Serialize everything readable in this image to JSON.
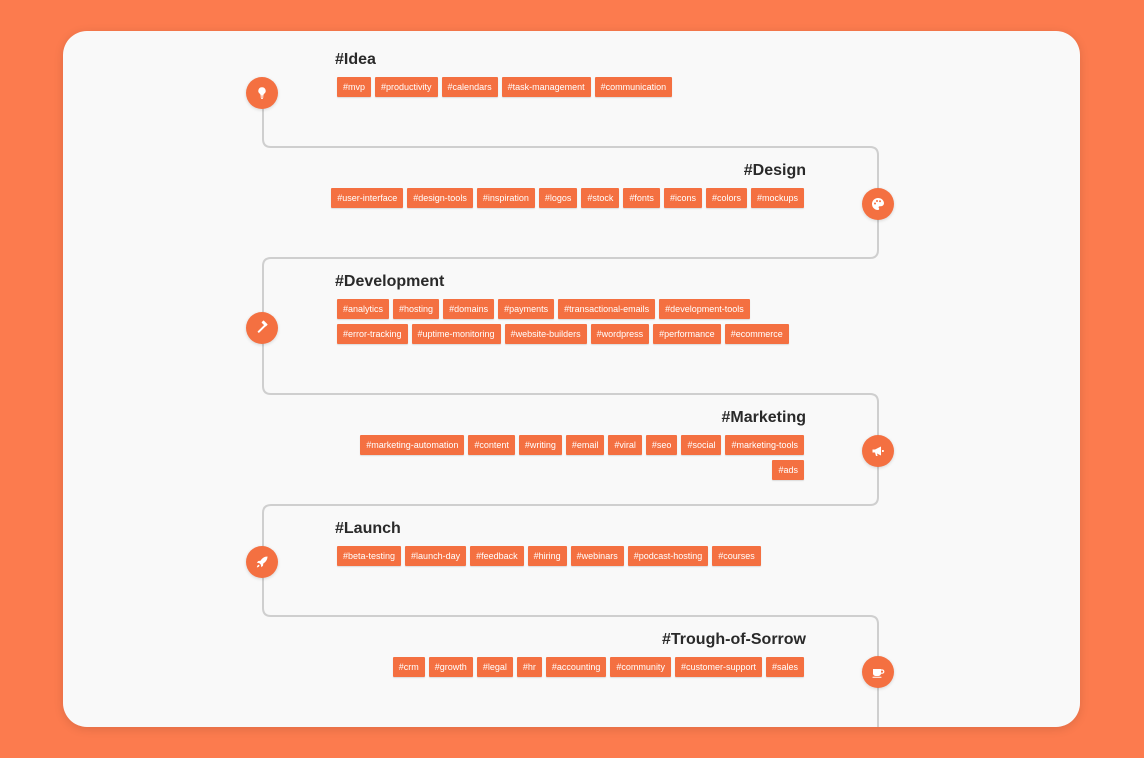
{
  "sections": [
    {
      "title": "#Idea",
      "side": "left",
      "icon": "lightbulb-icon",
      "tags": [
        "#mvp",
        "#productivity",
        "#calendars",
        "#task-management",
        "#communication"
      ]
    },
    {
      "title": "#Design",
      "side": "right",
      "icon": "palette-icon",
      "tags": [
        "#user-interface",
        "#design-tools",
        "#inspiration",
        "#logos",
        "#stock",
        "#fonts",
        "#icons",
        "#colors",
        "#mockups"
      ]
    },
    {
      "title": "#Development",
      "side": "left",
      "icon": "hammer-icon",
      "tags": [
        "#analytics",
        "#hosting",
        "#domains",
        "#payments",
        "#transactional-emails",
        "#development-tools",
        "#error-tracking",
        "#uptime-monitoring",
        "#website-builders",
        "#wordpress",
        "#performance",
        "#ecommerce"
      ]
    },
    {
      "title": "#Marketing",
      "side": "right",
      "icon": "megaphone-icon",
      "tags": [
        "#marketing-automation",
        "#content",
        "#writing",
        "#email",
        "#viral",
        "#seo",
        "#social",
        "#marketing-tools",
        "#ads"
      ]
    },
    {
      "title": "#Launch",
      "side": "left",
      "icon": "rocket-icon",
      "tags": [
        "#beta-testing",
        "#launch-day",
        "#feedback",
        "#hiring",
        "#webinars",
        "#podcast-hosting",
        "#courses"
      ]
    },
    {
      "title": "#Trough-of-Sorrow",
      "side": "right",
      "icon": "coffee-cup-icon",
      "tags": [
        "#crm",
        "#growth",
        "#legal",
        "#hr",
        "#accounting",
        "#community",
        "#customer-support",
        "#sales"
      ]
    }
  ],
  "colors": {
    "accent": "#f47041",
    "background": "#fc7b4e",
    "card": "#f9f9f9",
    "line": "#cfcfcf"
  }
}
